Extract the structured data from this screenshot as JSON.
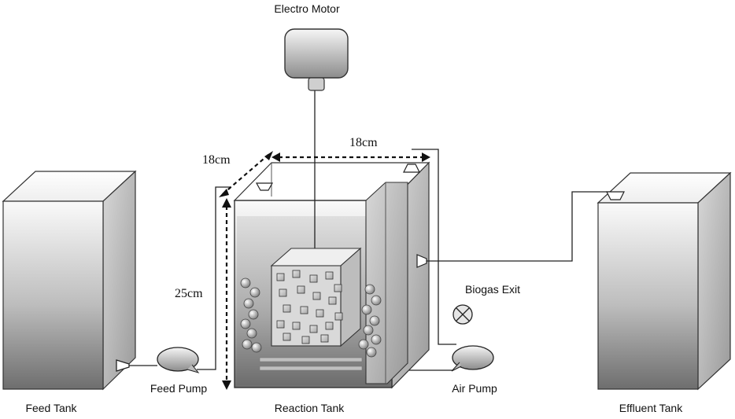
{
  "labels": {
    "motor": "Electro Motor",
    "feed_tank": "Feed Tank",
    "feed_pump": "Feed Pump",
    "reaction_tank": "Reaction Tank",
    "air_pump": "Air Pump",
    "biogas_exit": "Biogas Exit",
    "effluent_tank": "Effluent Tank"
  },
  "dimensions": {
    "depth": "18cm",
    "width": "18cm",
    "height": "25cm"
  }
}
